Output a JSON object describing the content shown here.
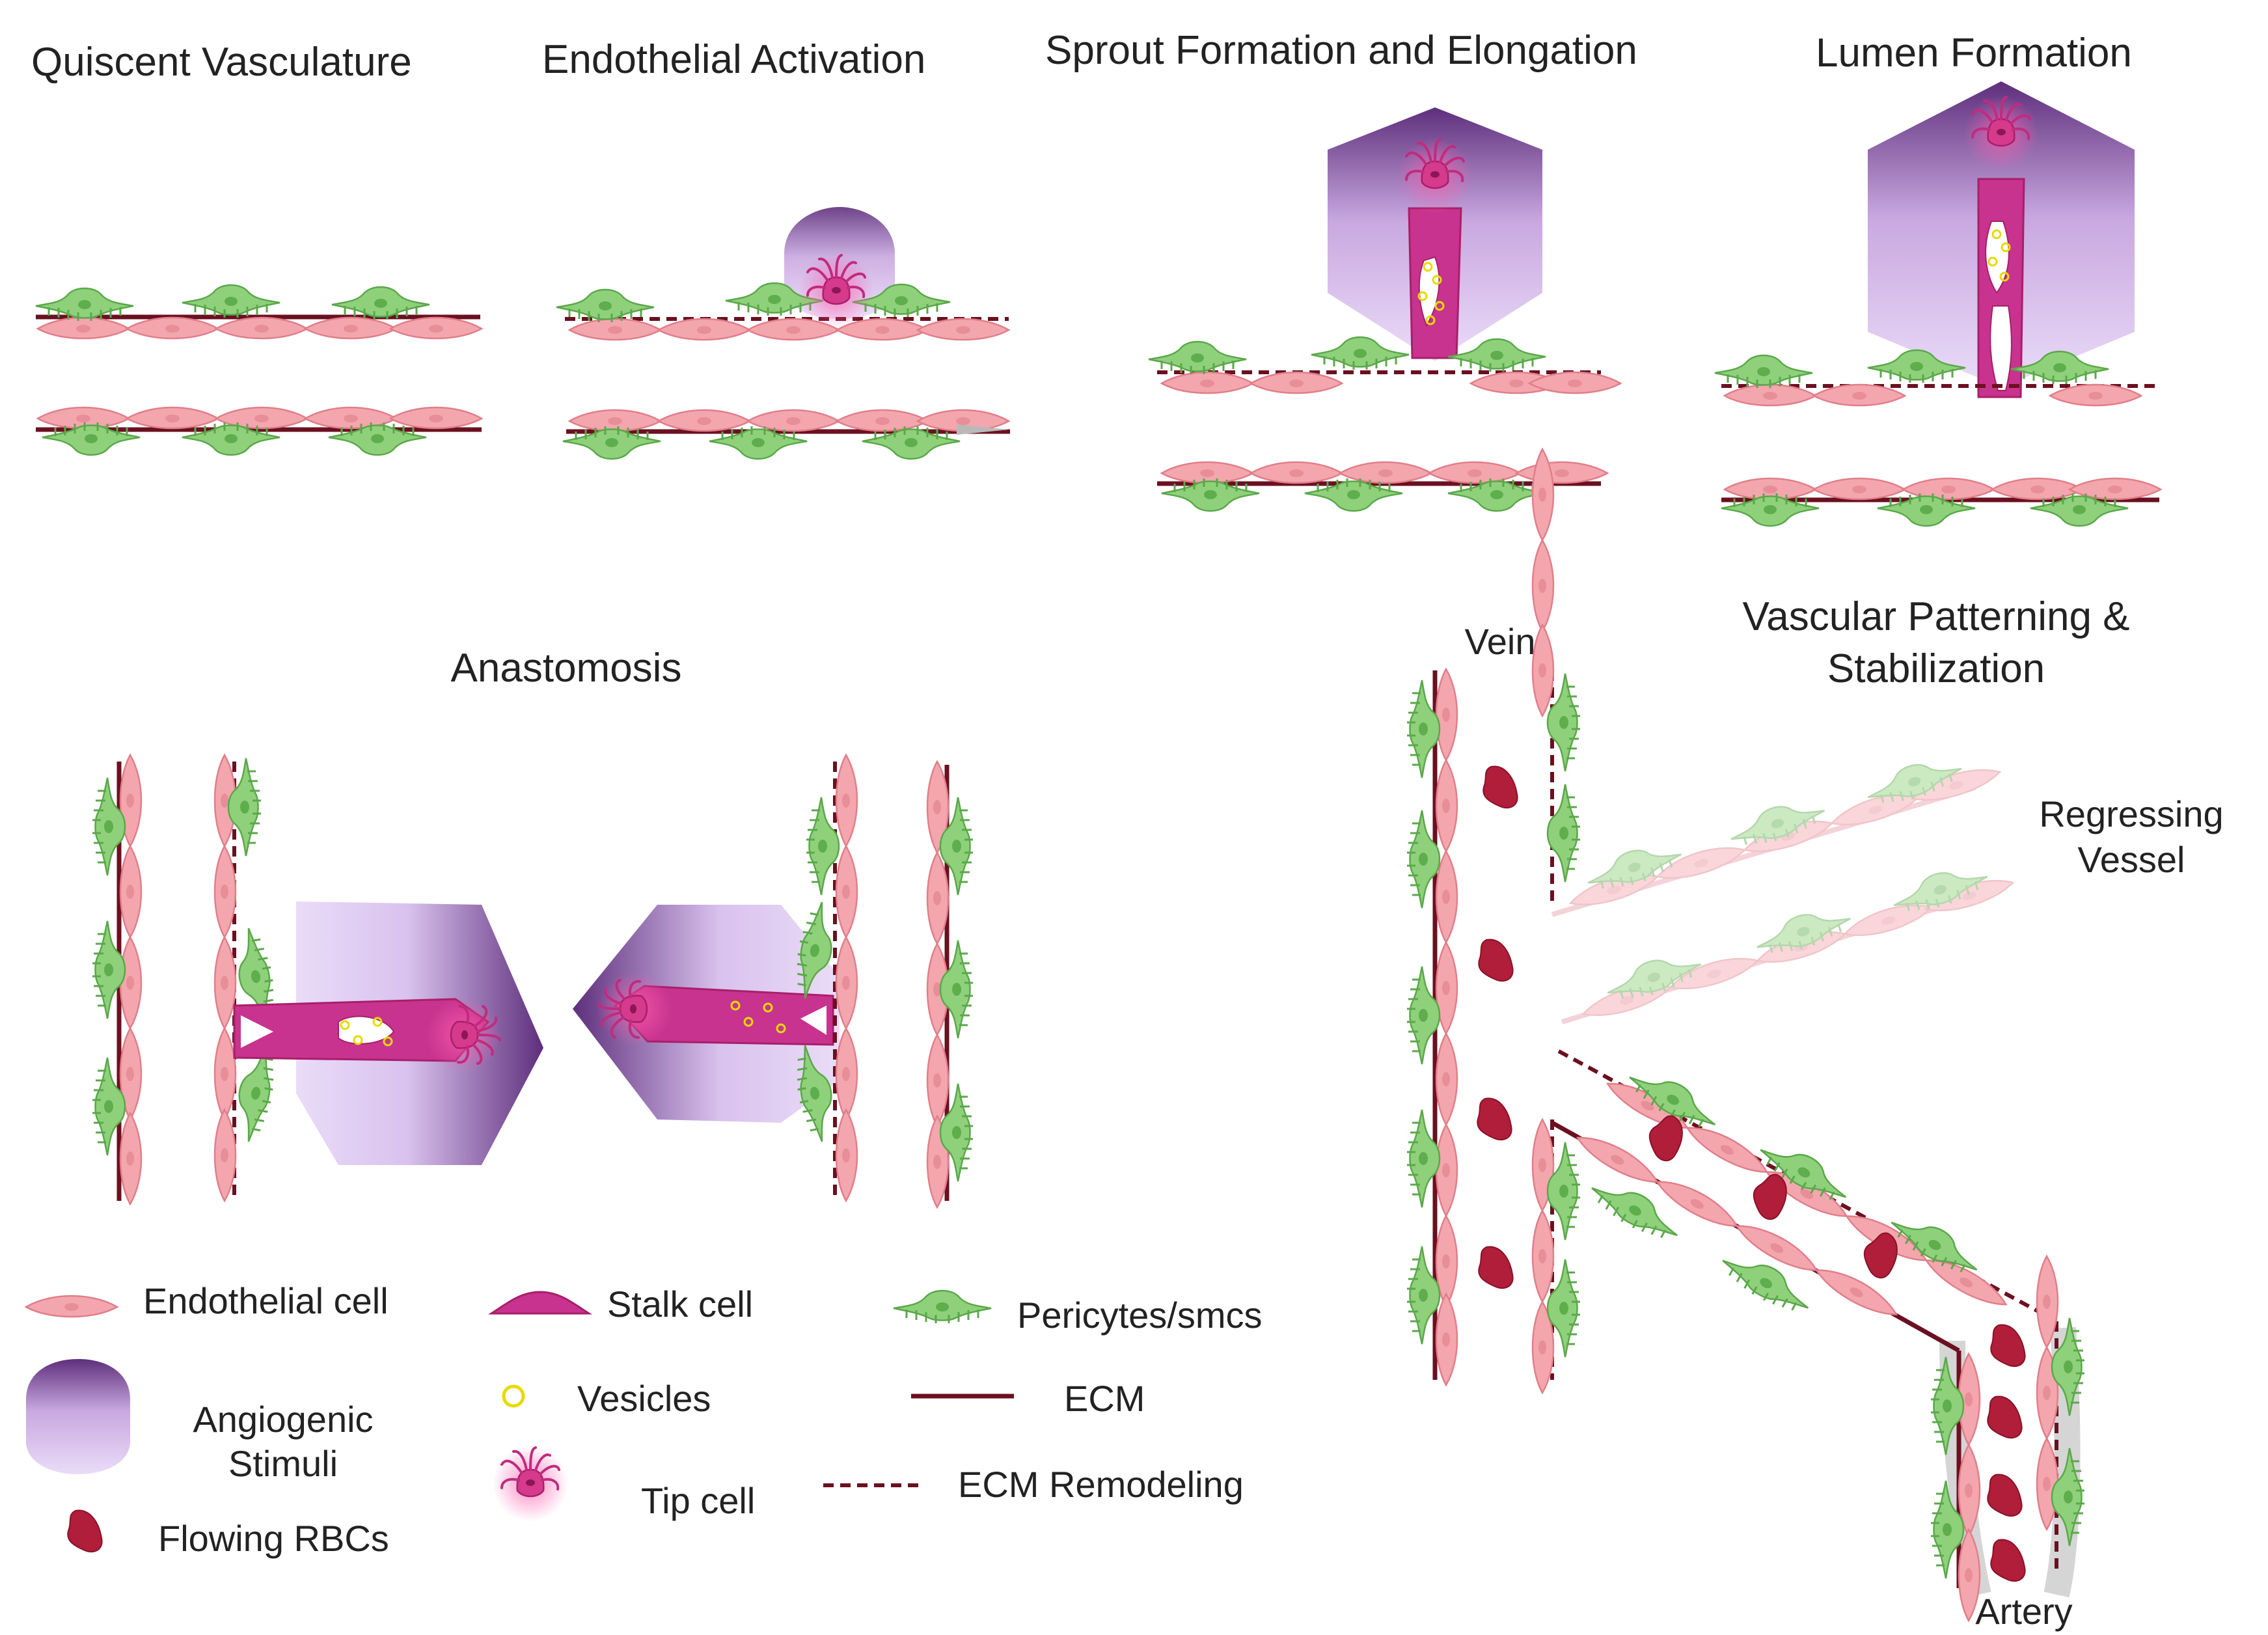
{
  "panels": {
    "quiescent": "Quiscent Vasculature",
    "activation": "Endothelial Activation",
    "sprout": "Sprout Formation and Elongation",
    "lumen": "Lumen Formation",
    "anastomosis": "Anastomosis",
    "patterning_line1": "Vascular Patterning &",
    "patterning_line2": "Stabilization"
  },
  "labels": {
    "vein": "Vein",
    "regressing_line1": "Regressing",
    "regressing_line2": "Vessel",
    "artery": "Artery"
  },
  "legend": {
    "endothelial": "Endothelial cell",
    "stalk": "Stalk cell",
    "pericytes": "Pericytes/smcs",
    "stimuli_line1": "Angiogenic",
    "stimuli_line2": "Stimuli",
    "vesicles": "Vesicles",
    "ecm": "ECM",
    "tip": "Tip cell",
    "ecm_remodeling": "ECM Remodeling",
    "rbc": "Flowing RBCs"
  },
  "colors": {
    "endothelial": "#f4a6ae",
    "endothelial_stroke": "#e07f8a",
    "pericyte": "#8fd17a",
    "pericyte_stroke": "#5aa84a",
    "stalk": "#c8338f",
    "tip": "#d63a8c",
    "ecm": "#6b1020",
    "rbc": "#b01e3a",
    "vesicle": "#f2e600",
    "stimuli_dark": "#6a3a86",
    "stimuli_light": "#e6d6f6",
    "artery_gray": "#b9b9b9"
  }
}
